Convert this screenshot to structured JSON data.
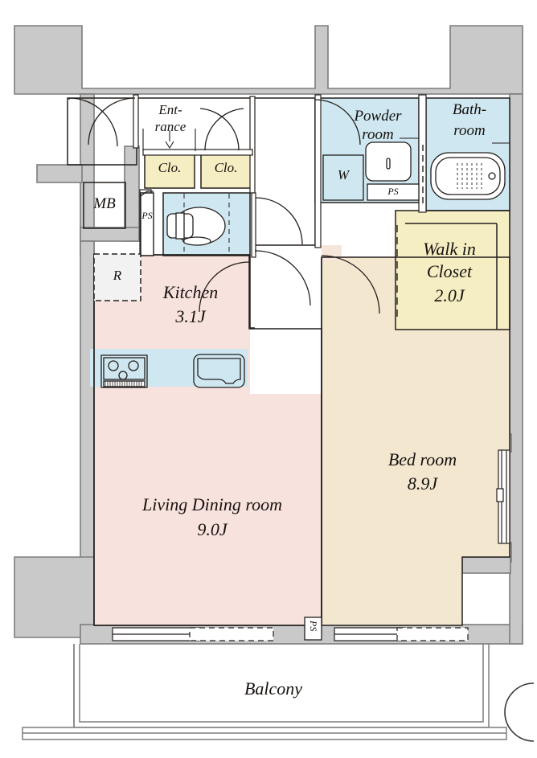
{
  "document": {
    "type": "floor-plan",
    "title": "Apartment floor plan",
    "unit_suffix": "J"
  },
  "palette": {
    "wall_fill": "#c9c9c9",
    "wall_stroke": "#7d7d7d",
    "line": "#231f1c",
    "living_pink": "#f8e2de",
    "bedroom_beige": "#f3e7d0",
    "closet_yellow": "#f5eec3",
    "water_blue": "#cfe7f0",
    "fridge_gray": "#f2f2f2",
    "white": "#ffffff",
    "hall_tan": "#f6e6da"
  },
  "rooms": [
    {
      "key": "mb",
      "name": "MB",
      "area": "",
      "fill": "#ffffff"
    },
    {
      "key": "entrance",
      "name": "Ent-\nrance",
      "area": "",
      "fill": "#ffffff"
    },
    {
      "key": "closet1",
      "name": "Clo.",
      "area": "",
      "fill": "#f5eec3"
    },
    {
      "key": "closet2",
      "name": "Clo.",
      "area": "",
      "fill": "#f5eec3"
    },
    {
      "key": "toilet",
      "name": "",
      "area": "",
      "fill": "#cfe7f0"
    },
    {
      "key": "powder",
      "name": "Powder\nroom",
      "area": "",
      "fill": "#cfe7f0"
    },
    {
      "key": "bathroom",
      "name": "Bath-\nroom",
      "area": "",
      "fill": "#cfe7f0"
    },
    {
      "key": "walkin",
      "name": "Walk in\nCloset",
      "area": "2.0J",
      "fill": "#f5eec3"
    },
    {
      "key": "kitchen",
      "name": "Kitchen",
      "area": "3.1J",
      "fill": "#f8e2de"
    },
    {
      "key": "living",
      "name": "Living Dining room",
      "area": "9.0J",
      "fill": "#f8e2de"
    },
    {
      "key": "bedroom",
      "name": "Bed room",
      "area": "8.9J",
      "fill": "#f3e7d0"
    },
    {
      "key": "balcony",
      "name": "Balcony",
      "area": "",
      "fill": "#ffffff"
    }
  ],
  "labels": {
    "mb": "MB",
    "entrance_line1": "Ent-",
    "entrance_line2": "rance",
    "closet_left": "Clo.",
    "closet_right": "Clo.",
    "ps_hall": "PS",
    "ps_bath": "PS",
    "ps_balcony": "PS",
    "refrigerator": "R",
    "washer": "W",
    "powder_line1": "Powder",
    "powder_line2": "room",
    "bathroom_line1": "Bath-",
    "bathroom_line2": "room",
    "walkin_line1": "Walk in",
    "walkin_line2": "Closet",
    "walkin_area": "2.0J",
    "kitchen_name": "Kitchen",
    "kitchen_area": "3.1J",
    "living_name": "Living Dining room",
    "living_area": "9.0J",
    "bedroom_name": "Bed room",
    "bedroom_area": "8.9J",
    "balcony_name": "Balcony"
  },
  "fixtures": [
    {
      "name": "refrigerator-space",
      "label": "R"
    },
    {
      "name": "gas-stove",
      "label": ""
    },
    {
      "name": "kitchen-sink",
      "label": ""
    },
    {
      "name": "toilet",
      "label": ""
    },
    {
      "name": "washbasin",
      "label": ""
    },
    {
      "name": "bathtub",
      "label": ""
    },
    {
      "name": "washing-machine",
      "label": "W"
    }
  ]
}
